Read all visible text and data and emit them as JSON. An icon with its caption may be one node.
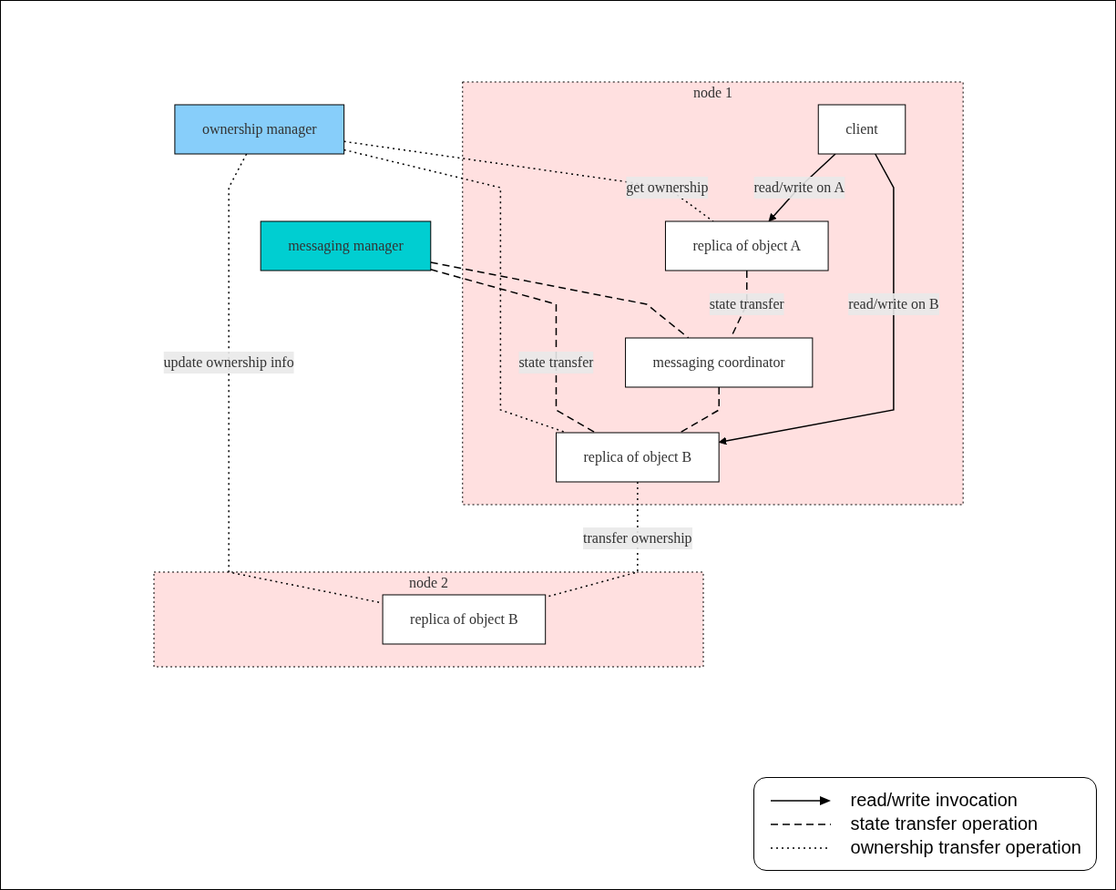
{
  "diagram": {
    "nodes": [
      {
        "text": [
          "ownership manager"
        ]
      },
      {
        "text": [
          "messaging manager"
        ]
      },
      {
        "text": [
          "node 1"
        ]
      },
      {
        "text": [
          "replica of object A"
        ],
        "in": 2
      },
      {
        "text": [
          "messaging coordinator"
        ],
        "in": 2
      },
      {
        "text": [
          "client"
        ],
        "in": 2
      },
      {
        "text": [
          "replica of object B"
        ],
        "in": 2
      },
      {
        "text": [
          "node 2"
        ]
      },
      {
        "text": [
          "replica of object B"
        ],
        "in": 7
      }
    ],
    "edges": [
      {
        "from": 0,
        "to": 3,
        "arrow": "none",
        "style": "dashed",
        "label": "get ownership"
      },
      {
        "from": 0,
        "to": 6,
        "arrow": "none",
        "style": "dashed"
      },
      {
        "from": 0,
        "to": 8,
        "arrow": "none",
        "style": "dashed",
        "label": "update ownership info"
      },
      {
        "from": 1,
        "to": 4,
        "arrow": "none",
        "style": "dashed"
      },
      {
        "from": 1,
        "to": 6,
        "arrow": "none",
        "style": "dashed",
        "label": "state transfer"
      },
      {
        "from": 3,
        "to": 4,
        "arrow": "none",
        "style": "dashed",
        "label": "state transfer"
      },
      {
        "from": 4,
        "to": 6,
        "arrow": "none",
        "style": "dashed"
      },
      {
        "from": 5,
        "to": 3,
        "arrow": "to",
        "label": "read/write on A"
      },
      {
        "from": 5,
        "to": 6,
        "arrow": "to",
        "label": "read/write on B"
      },
      {
        "from": 6,
        "to": 8,
        "arrow": "none",
        "style": "dashed",
        "label": "transfer ownership"
      }
    ],
    "legend": [
      {
        "text": "read/write invocation"
      },
      {
        "text": "state transfer operation"
      },
      {
        "text": "ownership transfer operation"
      }
    ]
  }
}
